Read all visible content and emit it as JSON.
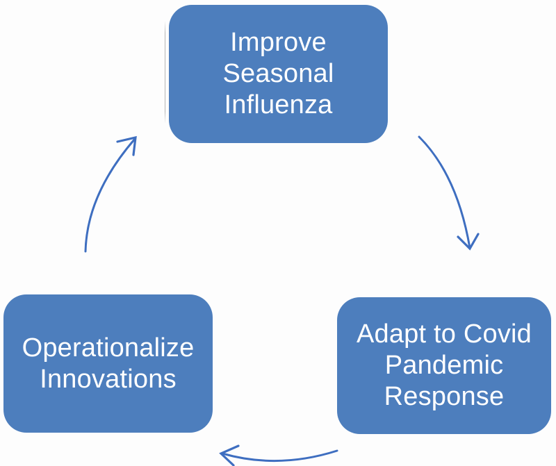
{
  "colors": {
    "background": "#fdfdfd",
    "node_fill": "#4d7ebd",
    "node_text": "#ffffff",
    "arrow": "#3e6ec0",
    "stray_line": "#b3b3b3"
  },
  "nodes": [
    {
      "id": "improve-seasonal-influenza",
      "lines": [
        "Improve",
        "Seasonal",
        "Influenza"
      ]
    },
    {
      "id": "adapt-covid-pandemic-response",
      "lines": [
        "Adapt to Covid",
        "Pandemic",
        "Response"
      ]
    },
    {
      "id": "operationalize-innovations",
      "lines": [
        "Operationalize",
        "Innovations"
      ]
    }
  ],
  "arrows": [
    {
      "from": "improve-seasonal-influenza",
      "to": "adapt-covid-pandemic-response"
    },
    {
      "from": "adapt-covid-pandemic-response",
      "to": "operationalize-innovations"
    },
    {
      "from": "operationalize-innovations",
      "to": "improve-seasonal-influenza"
    }
  ]
}
